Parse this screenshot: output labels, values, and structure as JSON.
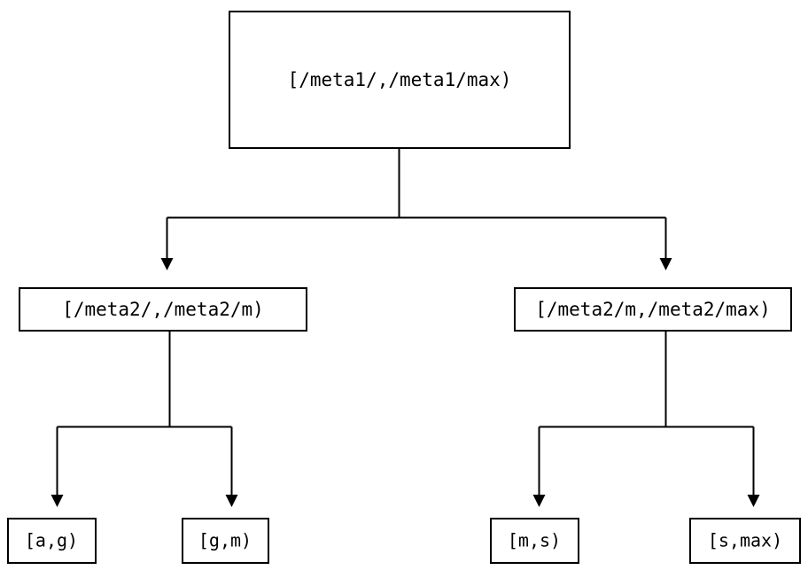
{
  "diagram": {
    "type": "tree",
    "title": "",
    "orientation": "top-down",
    "colors": {
      "background": "#ffffff",
      "node_border": "#000000",
      "node_fill": "#ffffff",
      "edge": "#000000",
      "text": "#000000"
    },
    "nodes": {
      "root": {
        "id": "root",
        "label": "[/meta1/,/meta1/max)",
        "level": 0
      },
      "mid_left": {
        "id": "mid_left",
        "label": "[/meta2/,/meta2/m)",
        "level": 1
      },
      "mid_right": {
        "id": "mid_right",
        "label": "[/meta2/m,/meta2/max)",
        "level": 1
      },
      "leaf_a_g": {
        "id": "leaf_a_g",
        "label": "[a,g)",
        "level": 2
      },
      "leaf_g_m": {
        "id": "leaf_g_m",
        "label": "[g,m)",
        "level": 2
      },
      "leaf_m_s": {
        "id": "leaf_m_s",
        "label": "[m,s)",
        "level": 2
      },
      "leaf_s_max": {
        "id": "leaf_s_max",
        "label": "[s,max)",
        "level": 2
      }
    },
    "edges": [
      {
        "from": "root",
        "to": "mid_left",
        "arrow": "triangle-down"
      },
      {
        "from": "root",
        "to": "mid_right",
        "arrow": "triangle-down"
      },
      {
        "from": "mid_left",
        "to": "leaf_a_g",
        "arrow": "triangle-down"
      },
      {
        "from": "mid_left",
        "to": "leaf_g_m",
        "arrow": "triangle-down"
      },
      {
        "from": "mid_right",
        "to": "leaf_m_s",
        "arrow": "triangle-down"
      },
      {
        "from": "mid_right",
        "to": "leaf_s_max",
        "arrow": "triangle-down"
      }
    ]
  }
}
